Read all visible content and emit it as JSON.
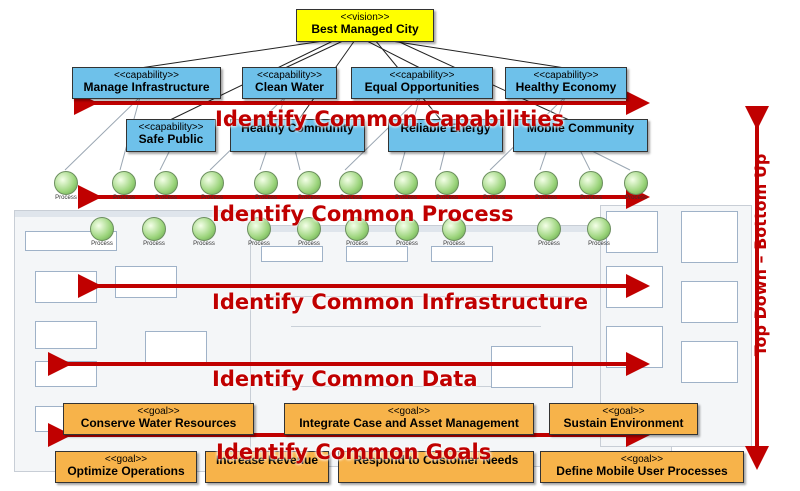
{
  "vision": {
    "stereotype": "<<vision>>",
    "name": "Best Managed City"
  },
  "capabilities_row1": [
    {
      "stereotype": "<<capability>>",
      "name": "Manage Infrastructure"
    },
    {
      "stereotype": "<<capability>>",
      "name": "Clean Water"
    },
    {
      "stereotype": "<<capability>>",
      "name": "Equal Opportunities"
    },
    {
      "stereotype": "<<capability>>",
      "name": "Healthy Economy"
    }
  ],
  "capabilities_row2": [
    {
      "stereotype": "<<capability>>",
      "name": "Safe Public"
    },
    {
      "stereotype": "",
      "name": "Healthy Community"
    },
    {
      "stereotype": "",
      "name": "Reliable Energy"
    },
    {
      "stereotype": "",
      "name": "Mobile Community"
    }
  ],
  "bands": {
    "capabilities": "Identify Common Capabilities",
    "process": "Identify Common Process",
    "infrastructure": "Identify Common Infrastructure",
    "data": "Identify Common Data",
    "goals": "Identify Common Goals"
  },
  "vertical_label": "Top Down – Bottom Up",
  "process_label": "Process",
  "goals_row1": [
    {
      "stereotype": "<<goal>>",
      "name": "Conserve Water Resources"
    },
    {
      "stereotype": "<<goal>>",
      "name": "Integrate Case and Asset Management"
    },
    {
      "stereotype": "<<goal>>",
      "name": "Sustain Environment"
    }
  ],
  "goals_row2": [
    {
      "stereotype": "<<goal>>",
      "name": "Optimize Operations"
    },
    {
      "stereotype": "",
      "name": "Increase Revenue"
    },
    {
      "stereotype": "",
      "name": "Respond to Customer Needs"
    },
    {
      "stereotype": "<<goal>>",
      "name": "Define Mobile User Processes"
    }
  ],
  "colors": {
    "vision": "#ffff00",
    "capability": "#6ec1ea",
    "goal": "#f7b34a",
    "arrow": "#c00000"
  }
}
